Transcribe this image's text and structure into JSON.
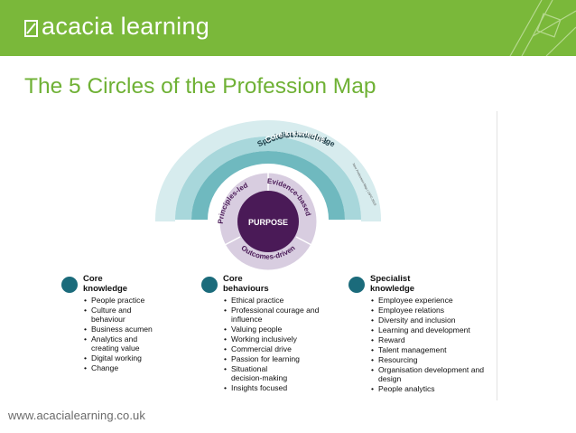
{
  "header": {
    "logo_text": "acacia learning",
    "brand_color": "#7ab83a"
  },
  "page": {
    "title": "The 5 Circles of the Profession Map",
    "footer_url": "www.acacialearning.co.uk"
  },
  "diagram": {
    "outer_arcs": [
      "Specialist knowledge",
      "Core behaviours",
      "Core knowledge"
    ],
    "inner_ring": [
      "Principles-led",
      "Evidence-based",
      "Outcomes-driven"
    ],
    "center": "PURPOSE",
    "side_note": "New Profession Map | CIPD 2018",
    "colors": {
      "arc_outer": "#d7ecee",
      "arc_middle": "#a8d7db",
      "arc_inner": "#6fb9bf",
      "ring": "#d8cde0",
      "center": "#4a1a57"
    }
  },
  "columns": [
    {
      "heading": "Core\nknowledge",
      "items": [
        "People practice",
        "Culture and behaviour",
        "Business acumen",
        "Analytics and creating value",
        "Digital working",
        "Change"
      ]
    },
    {
      "heading": "Core\nbehaviours",
      "items": [
        "Ethical practice",
        "Professional courage and influence",
        "Valuing people",
        "Working inclusively",
        "Commercial drive",
        "Passion for learning",
        "Situational decision-making",
        "Insights focused"
      ]
    },
    {
      "heading": "Specialist\nknowledge",
      "items": [
        "Employee experience",
        "Employee relations",
        "Diversity and inclusion",
        "Learning and development",
        "Reward",
        "Talent management",
        "Resourcing",
        "Organisation development and design",
        "People analytics"
      ]
    }
  ]
}
